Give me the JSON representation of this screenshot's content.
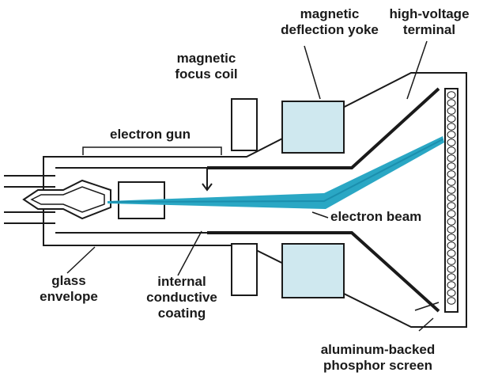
{
  "labels": {
    "yoke_1": "magnetic",
    "yoke_2": "deflection yoke",
    "hv_1": "high-voltage",
    "hv_2": "terminal",
    "focus_1": "magnetic",
    "focus_2": "focus coil",
    "gun": "electron gun",
    "beam": "electron beam",
    "glass_1": "glass",
    "glass_2": "envelope",
    "coat_1": "internal",
    "coat_2": "conductive",
    "coat_3": "coating",
    "screen_1": "aluminum-backed",
    "screen_2": "phosphor screen"
  },
  "colors": {
    "line": "#1a1a1a",
    "coil_fill": "#cfe8ef",
    "beam": "#2aa7c4",
    "beam_dark": "#1b8fae"
  }
}
